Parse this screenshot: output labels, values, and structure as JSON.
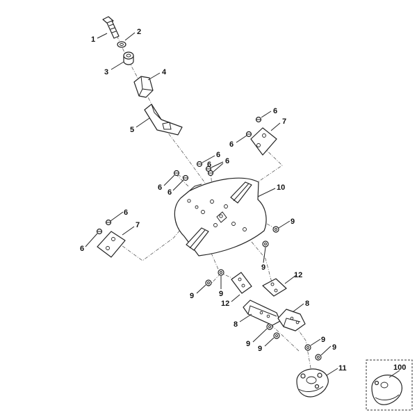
{
  "callouts": {
    "c1": "1",
    "c2": "2",
    "c3": "3",
    "c4": "4",
    "c5": "5",
    "c6": "6",
    "c7": "7",
    "c8": "8",
    "c9": "9",
    "c10": "10",
    "c11": "11",
    "c12": "12",
    "c100": "100"
  }
}
